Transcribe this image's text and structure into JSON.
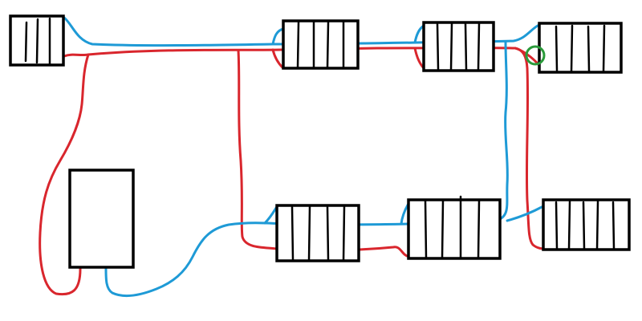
{
  "colors": {
    "background": "#ffffff",
    "outline": "#000000",
    "flow_pipe": "#d9262d",
    "return_pipe": "#1e9ad6",
    "marker": "#2a9a3a"
  },
  "diagram": {
    "components": [
      {
        "id": "boiler",
        "kind": "boiler",
        "fins": 0
      },
      {
        "id": "rad-top-1",
        "kind": "radiator",
        "fins": 3
      },
      {
        "id": "rad-top-2",
        "kind": "radiator",
        "fins": 4
      },
      {
        "id": "rad-top-3",
        "kind": "radiator",
        "fins": 4
      },
      {
        "id": "rad-top-4",
        "kind": "radiator",
        "fins": 4
      },
      {
        "id": "rad-bottom-1",
        "kind": "radiator",
        "fins": 4
      },
      {
        "id": "rad-bottom-2",
        "kind": "radiator",
        "fins": 4
      },
      {
        "id": "rad-bottom-3",
        "kind": "radiator",
        "fins": 5
      }
    ],
    "pipes": [
      "flow",
      "return"
    ],
    "annotations": [
      "highlight-circle"
    ]
  }
}
